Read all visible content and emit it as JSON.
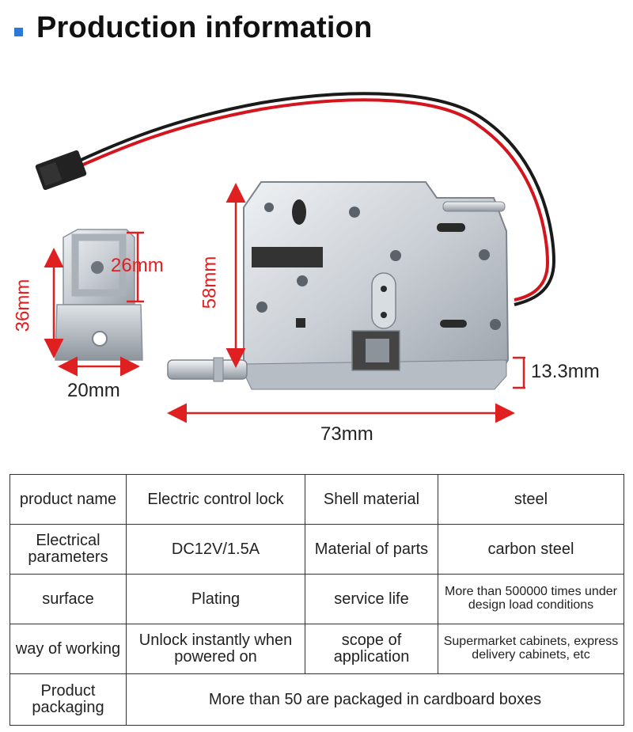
{
  "header": {
    "title": "Production information"
  },
  "dimensions": {
    "bracket_inner": "26mm",
    "bracket_height": "36mm",
    "bracket_width": "20mm",
    "lock_height": "58mm",
    "lock_length": "73mm",
    "lock_thickness": "13.3mm"
  },
  "specs": {
    "row1": {
      "label_a": "product name",
      "value_a": "Electric control lock",
      "label_b": "Shell material",
      "value_b": "steel"
    },
    "row2": {
      "label_a": "Electrical parameters",
      "value_a": "DC12V/1.5A",
      "label_b": "Material of parts",
      "value_b": "carbon steel"
    },
    "row3": {
      "label_a": "surface",
      "value_a": "Plating",
      "label_b": "service life",
      "value_b": "More than 500000 times under design load conditions"
    },
    "row4": {
      "label_a": "way of working",
      "value_a": "Unlock instantly when powered on",
      "label_b": "scope of application",
      "value_b": "Supermarket cabinets, express delivery cabinets, etc"
    },
    "row5": {
      "label_a": "Product packaging",
      "value_a": "More than 50 are packaged in cardboard boxes"
    }
  },
  "colors": {
    "accent": "#2b7bd6",
    "dimension_red": "#e02020",
    "metal": "#c9ced4"
  }
}
